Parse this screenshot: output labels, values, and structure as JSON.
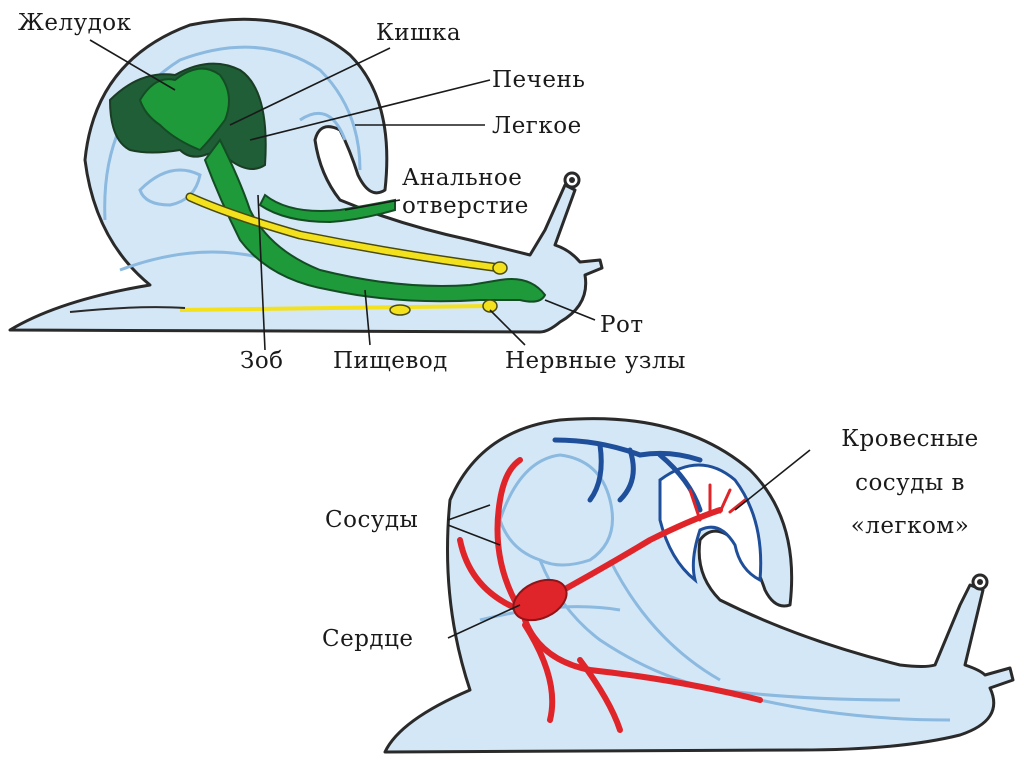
{
  "colors": {
    "body_fill": "#d4e7f6",
    "outline": "#2a2a2a",
    "inner_lines": "#8bb9df",
    "digestive": "#1f9a3a",
    "liver": "#1f5e37",
    "nerve": "#f2e11c",
    "arteries": "#e0252a",
    "veins": "#1f4f9a"
  },
  "top_diagram": {
    "labels": {
      "stomach": "Желудок",
      "intestine": "Кишка",
      "liver": "Печень",
      "lung": "Легкое",
      "anus_line1": "Анальное",
      "anus_line2": "отверстие",
      "mouth": "Рот",
      "crop": "Зоб",
      "esophagus": "Пищевод",
      "ganglia": "Нервные узлы"
    }
  },
  "bottom_diagram": {
    "labels": {
      "vessels": "Сосуды",
      "heart": "Сердце",
      "lung_vessels_line1": "Кровесные",
      "lung_vessels_line2": "сосуды в",
      "lung_vessels_line3": "«легком»"
    }
  }
}
